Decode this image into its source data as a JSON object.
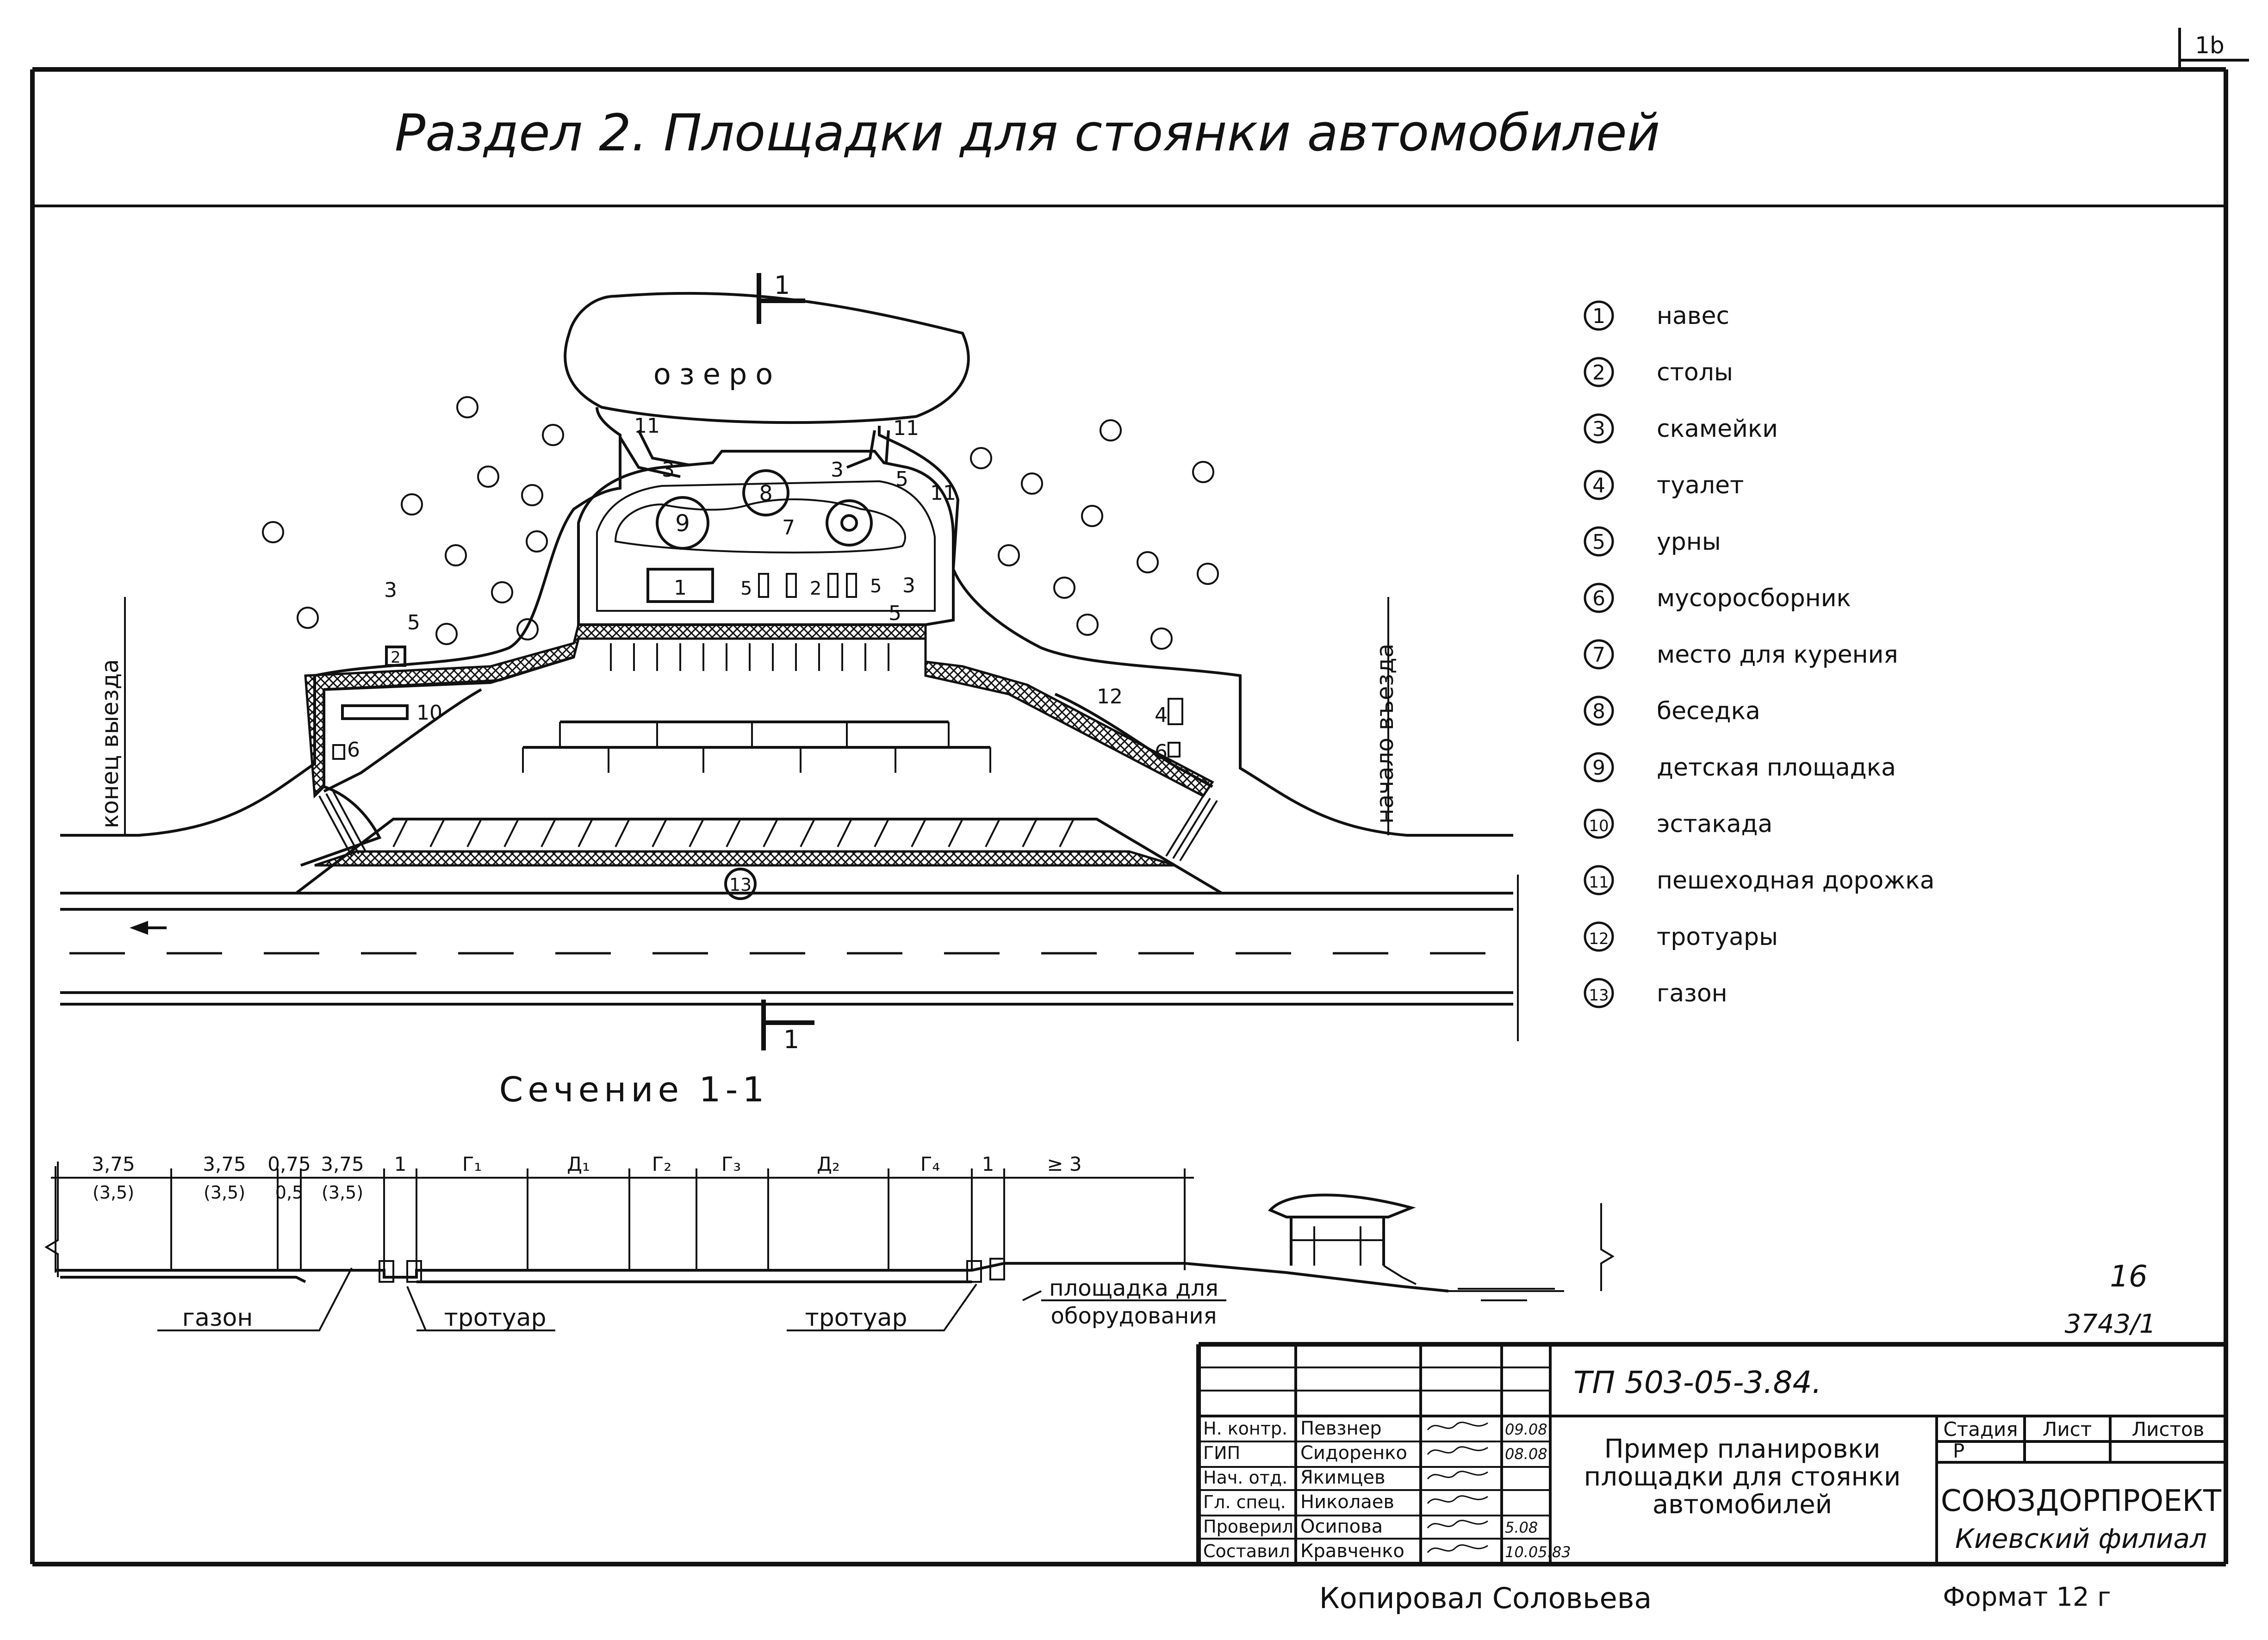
{
  "sheet_number": "1b",
  "title": "Раздел 2.  Площадки  для  стоянки  автомобилей",
  "plan": {
    "lake_label": "озеро",
    "cut_label": "1",
    "exit_end_label": "конец  выезда",
    "entry_start_label": "начало  въезда",
    "callouts": [
      "1",
      "2",
      "3",
      "4",
      "5",
      "6",
      "7",
      "8",
      "9",
      "10",
      "11",
      "12",
      "13"
    ]
  },
  "legend": [
    {
      "num": "1",
      "text": "навес"
    },
    {
      "num": "2",
      "text": "столы"
    },
    {
      "num": "3",
      "text": "скамейки"
    },
    {
      "num": "4",
      "text": "туалет"
    },
    {
      "num": "5",
      "text": "урны"
    },
    {
      "num": "6",
      "text": "мусоросборник"
    },
    {
      "num": "7",
      "text": "место для курения"
    },
    {
      "num": "8",
      "text": "беседка"
    },
    {
      "num": "9",
      "text": "детская  площадка"
    },
    {
      "num": "10",
      "text": "эстакада"
    },
    {
      "num": "11",
      "text": "пешеходная  дорожка"
    },
    {
      "num": "12",
      "text": "тротуары"
    },
    {
      "num": "13",
      "text": "газон"
    }
  ],
  "section": {
    "title": "Сечение  1-1",
    "dims_top": [
      "3,75",
      "3,75",
      "0,75",
      "3,75",
      "1",
      "Г₁",
      "Д₁",
      "Г₂",
      "Г₃",
      "Д₂",
      "Г₄",
      "1",
      "≥ 3"
    ],
    "dims_sub": [
      "(3,5)",
      "(3,5)",
      "0,5",
      "(3,5)"
    ],
    "labels": {
      "lawn": "газон",
      "sidewalk_left": "тротуар",
      "sidewalk_right": "тротуар",
      "equipment_area_line1": "площадка  для",
      "equipment_area_line2": "оборудования"
    }
  },
  "page_marks": {
    "page_num": "16",
    "archive_num": "3743/1"
  },
  "title_block": {
    "doc_code": "ТП 503-05-3.84.",
    "name_line1": "Пример  планировки",
    "name_line2": "площадки  для  стоянки",
    "name_line3": "автомобилей",
    "stage_header": "Стадия",
    "sheet_header": "Лист",
    "sheets_header": "Листов",
    "stage_value": "Р",
    "org_line1": "СОЮЗДОРПРОЕКТ",
    "org_line2": "Киевский  филиал",
    "signatures": [
      {
        "role": "Н. контр.",
        "name": "Певзнер",
        "date": "09.08"
      },
      {
        "role": "ГИП",
        "name": "Сидоренко",
        "date": "08.08"
      },
      {
        "role": "Нач. отд.",
        "name": "Якимцев",
        "date": ""
      },
      {
        "role": "Гл. спец.",
        "name": "Николаев",
        "date": ""
      },
      {
        "role": "Проверил",
        "name": "Осипова",
        "date": "5.08"
      },
      {
        "role": "Составил",
        "name": "Кравченко",
        "date": "10.05.83"
      }
    ]
  },
  "footer": {
    "copied_by": "Копировал   Соловьева",
    "format": "Формат    12 г"
  }
}
